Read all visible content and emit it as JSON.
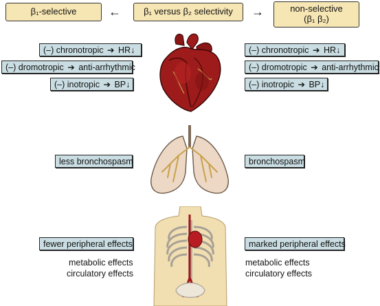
{
  "top": {
    "left_label": "β₁-selective",
    "center_label": "β₁ versus β₂ selectivity",
    "right_label_line1": "non-selective",
    "right_label_line2": "(β₁ β₂)"
  },
  "glyphs": {
    "arrow_right": "→",
    "arrow_small": "➔",
    "down_arrow": "↓"
  },
  "heart_effects": {
    "left": [
      {
        "prefix": "(–) chronotropic",
        "suffix": "HR",
        "down": true
      },
      {
        "prefix": "(–) dromotropic",
        "suffix": "anti-arrhythmic",
        "down": false
      },
      {
        "prefix": "(–) inotropic",
        "suffix": "BP",
        "down": true
      }
    ],
    "right": [
      {
        "prefix": "(–) chronotropic",
        "suffix": "HR",
        "down": true
      },
      {
        "prefix": "(–) dromotropic",
        "suffix": "anti-arrhythmic",
        "down": false
      },
      {
        "prefix": "(–) inotropic",
        "suffix": "BP",
        "down": true
      }
    ]
  },
  "lungs": {
    "left": "less bronchospasm",
    "right": "bronchospasm"
  },
  "peripheral": {
    "left": "fewer peripheral effects",
    "right": "marked peripheral effects",
    "left_line1": "metabolic effects",
    "left_line2": "circulatory effects",
    "right_line1": "metabolic effects",
    "right_line2": "circulatory effects"
  },
  "colors": {
    "top_box": "#f6e6b4",
    "effect_box": "#c9dde2",
    "heart": "#9e1b1b",
    "lung": "#ecd8c5",
    "body": "#f1dfb2"
  },
  "icons": [
    "heart-illustration",
    "lungs-illustration",
    "torso-illustration"
  ]
}
